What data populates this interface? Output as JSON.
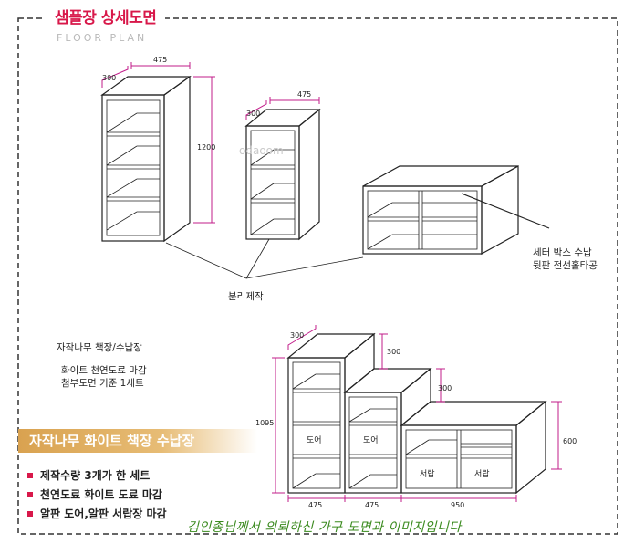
{
  "title": "샘플장 상세도면",
  "subtitle": "FLOOR PLAN",
  "watermark": "odaoom",
  "top_dims": {
    "unit1_depth": "300",
    "unit1_width": "475",
    "unit1_height": "1200",
    "unit2_depth": "300",
    "unit2_width": "475"
  },
  "separate_label": "분리제작",
  "side_note": [
    "세터 박스 수납",
    "뒷판 전선홀타공"
  ],
  "desc": [
    "자작나무 책장/수납장",
    "화이트 천연도료 마감",
    "첨부도면 기준 1세트"
  ],
  "bottom_dims": {
    "depth": "300",
    "step1": "300",
    "step2": "300",
    "total_height": "1095",
    "right_height": "600",
    "w1": "475",
    "w2": "475",
    "w3": "950"
  },
  "labels": {
    "door1": "도어",
    "door2": "도어",
    "drawer1": "서랍",
    "drawer2": "서랍"
  },
  "banner": "자작나무 화이트 책장 수납장",
  "bullets": [
    "제작수량  3개가 한 세트",
    "천연도료 화이트  도료 마감",
    "알판 도어,알판 서랍장 마감"
  ],
  "footer": "김인종님께서 의뢰하신 가구 도면과 이미지입니다"
}
